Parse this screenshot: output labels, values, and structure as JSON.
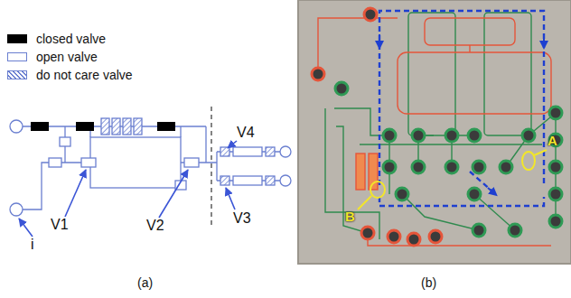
{
  "diagram": {
    "labels": [
      "V4",
      "V1",
      "V2",
      "V3",
      "i",
      "A",
      "B",
      "(a)",
      "(b)"
    ],
    "legend": [
      {
        "text": "closed valve",
        "color": "#000000"
      },
      {
        "text": "open valve"
      },
      {
        "text": "do not care valve"
      }
    ]
  }
}
